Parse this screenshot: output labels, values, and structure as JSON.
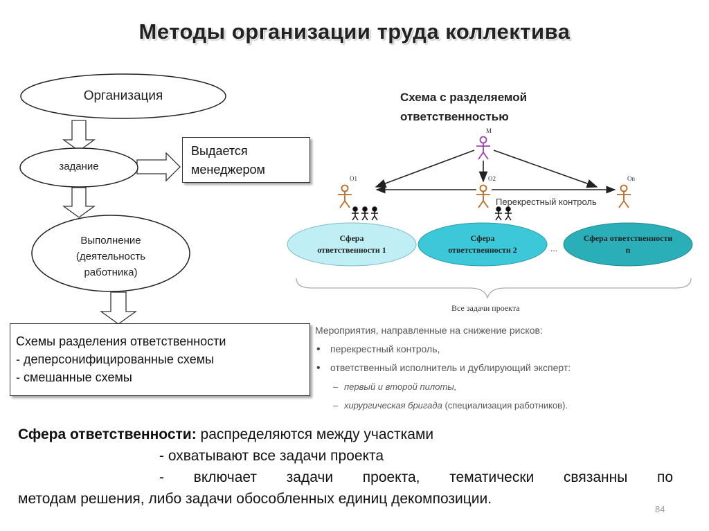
{
  "title": "Методы организации труда коллектива",
  "flow": {
    "organization": "Организация",
    "task": "задание",
    "issued_line1": "Выдается",
    "issued_line2": "менеджером",
    "execution_line1": "Выполнение",
    "execution_line2": "(деятельность",
    "execution_line3": "работника)",
    "schemes": [
      "Схемы разделения ответственности",
      "- деперсонифицированные схемы",
      "- смешанные схемы"
    ]
  },
  "schema": {
    "title_line1": "Схема с разделяемой",
    "title_line2": "ответственностью",
    "manager_label": "M",
    "actors": [
      "O1",
      "O2",
      "On"
    ],
    "cross_control": "Перекрестный контроль",
    "spheres": [
      {
        "line1": "Сфера",
        "line2": "ответственности 1"
      },
      {
        "line1": "Сфера",
        "line2": "ответственности 2"
      },
      {
        "line1": "Сфера ответственности",
        "line2": "n"
      }
    ],
    "ellipsis": "...",
    "all_tasks": "Все задачи проекта",
    "colors": {
      "sphere1": "#bfeef5",
      "sphere2": "#3cc8d8",
      "sphere3": "#2aaeb8",
      "manager": "#a040b0",
      "actor": "#c06a20"
    }
  },
  "measures": {
    "heading": "Мероприятия, направленные на снижение рисков:",
    "bullets": [
      "перекрестный контроль,",
      "ответственный исполнитель и дублирующий эксперт:"
    ],
    "sub1_italic": "первый и второй пилоты,",
    "sub2_italic": "хирургическая бригада",
    "sub2_rest": " (специализация работников)."
  },
  "bottom": {
    "term": "Сфера  ответственности:",
    "line1_rest": "  распределяются между участками",
    "line2": "- охватывают все задачи проекта",
    "line3_a": "-",
    "line3_b": "включает",
    "line3_c": "задачи",
    "line3_d": "проекта,",
    "line3_e": "тематически",
    "line3_f": "связанны",
    "line3_g": "по",
    "line4": "методам решения, либо задачи обособленных единиц декомпозиции."
  },
  "page_number": "84"
}
